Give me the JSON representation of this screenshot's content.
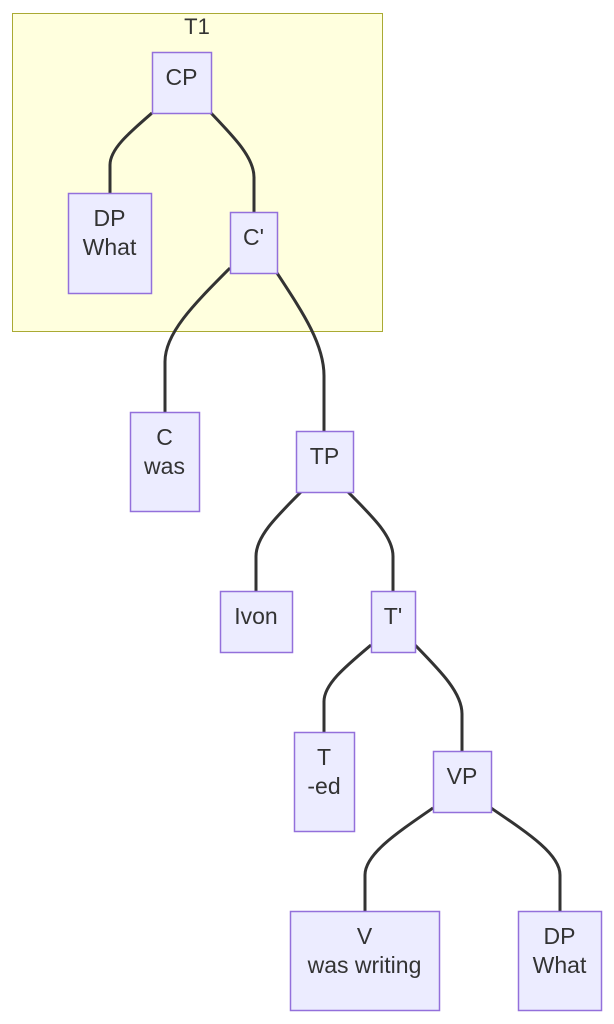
{
  "diagram": {
    "type": "flowchart-tree",
    "subgraph": {
      "id": "T1",
      "label": "T1",
      "contains": [
        "CP",
        "DP1",
        "Cbar"
      ]
    },
    "nodes": [
      {
        "id": "CP",
        "lines": [
          "CP"
        ]
      },
      {
        "id": "DP1",
        "lines": [
          "DP",
          "What"
        ]
      },
      {
        "id": "Cbar",
        "lines": [
          "C'"
        ]
      },
      {
        "id": "C",
        "lines": [
          "C",
          "was"
        ]
      },
      {
        "id": "TP",
        "lines": [
          "TP"
        ]
      },
      {
        "id": "Ivon",
        "lines": [
          "Ivon"
        ]
      },
      {
        "id": "Tbar",
        "lines": [
          "T'"
        ]
      },
      {
        "id": "T",
        "lines": [
          "T",
          "-ed"
        ]
      },
      {
        "id": "VP",
        "lines": [
          "VP"
        ]
      },
      {
        "id": "V",
        "lines": [
          "V",
          "was writing"
        ]
      },
      {
        "id": "DP2",
        "lines": [
          "DP",
          "What"
        ]
      }
    ],
    "edges": [
      {
        "from": "CP",
        "to": "DP1"
      },
      {
        "from": "CP",
        "to": "Cbar"
      },
      {
        "from": "Cbar",
        "to": "C"
      },
      {
        "from": "Cbar",
        "to": "TP"
      },
      {
        "from": "TP",
        "to": "Ivon"
      },
      {
        "from": "TP",
        "to": "Tbar"
      },
      {
        "from": "Tbar",
        "to": "T"
      },
      {
        "from": "Tbar",
        "to": "VP"
      },
      {
        "from": "VP",
        "to": "V"
      },
      {
        "from": "VP",
        "to": "DP2"
      }
    ],
    "colors": {
      "node_fill": "#ececff",
      "node_stroke": "#9370db",
      "cluster_fill": "#ffffde",
      "cluster_stroke": "#aaaa33",
      "edge": "#333333",
      "text": "#333333"
    }
  }
}
